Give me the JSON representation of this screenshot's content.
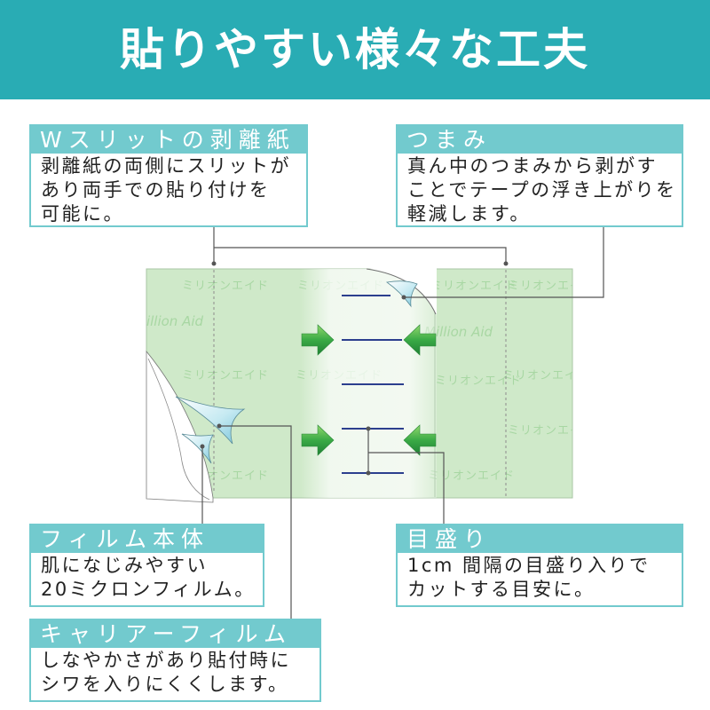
{
  "title": "貼りやすい様々な工夫",
  "colors": {
    "banner": "#29acb4",
    "callout_accent": "#72cace",
    "film": "#cfe9c9",
    "arrow": "#3aaa46",
    "scale_tick": "#2c3f8e",
    "connector": "#555555"
  },
  "callouts": [
    {
      "heading": "Wスリットの剥離紙",
      "lines": [
        "剥離紙の両側にスリットが",
        "あり両手での貼り付けを",
        "可能に。"
      ]
    },
    {
      "heading": "つまみ",
      "lines": [
        "真ん中のつまみから剥がす",
        "ことでテープの浮き上がりを",
        "軽減します。"
      ]
    },
    {
      "heading": "フィルム本体",
      "lines": [
        "肌になじみやすい",
        "20ミクロンフィルム。"
      ]
    },
    {
      "heading": "目盛り",
      "lines": [
        "1cm 間隔の目盛り入りで",
        "カットする目安に。"
      ]
    },
    {
      "heading": "キャリアーフィルム",
      "lines": [
        "しなやかさがあり貼付時に",
        "シワを入りにくくします。"
      ]
    }
  ],
  "product_watermark": {
    "katakana": "ミリオンエイド",
    "latin": "Million Aid"
  }
}
